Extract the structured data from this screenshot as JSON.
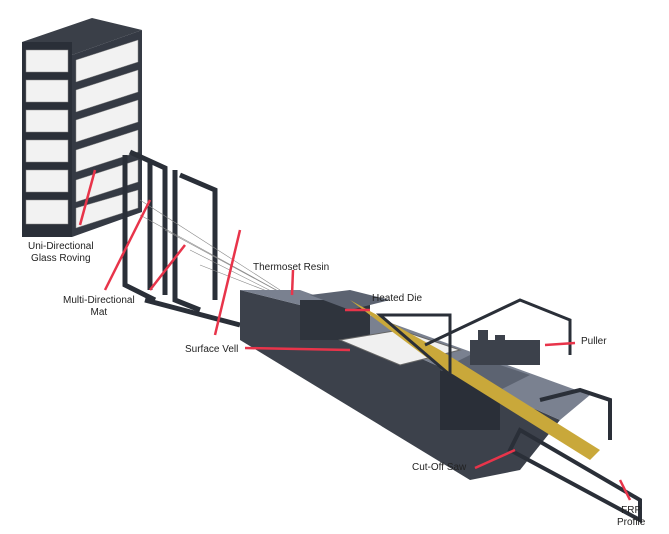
{
  "title": "Pultrusion Process",
  "labels": {
    "roving_1": "Uni-Directional",
    "roving_2": "Glass Roving",
    "mat_1": "Multi-Directional",
    "mat_2": "Mat",
    "veil": "Surface Vell",
    "resin": "Thermoset Resin",
    "die": "Heated Die",
    "puller": "Puller",
    "saw": "Cut-Off Saw",
    "profile_1": "FRP",
    "profile_2": "Profile"
  },
  "colors": {
    "arrow": "#e8344a",
    "frame": "#2a2f38",
    "profile": "#c9a83a"
  }
}
